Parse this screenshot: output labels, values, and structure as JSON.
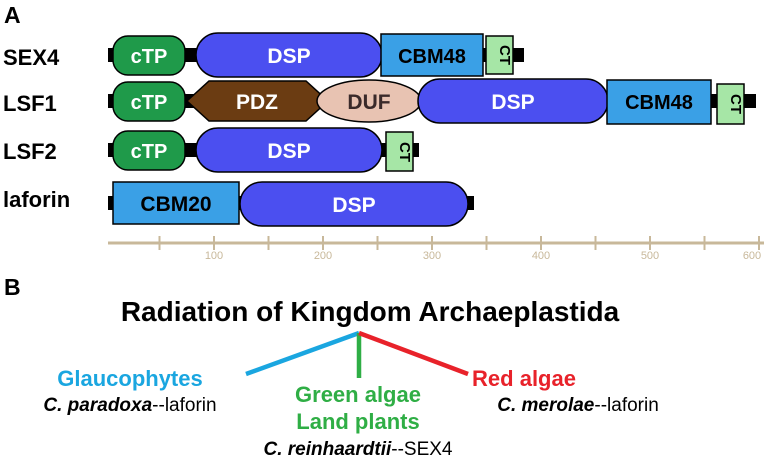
{
  "panel_a": {
    "letter": "A",
    "proteins": [
      {
        "name": "SEX4",
        "domains": [
          {
            "label": "cTP",
            "color": "#1f9a4a",
            "text_color": "#ffffff"
          },
          {
            "label": "DSP",
            "color": "#4b4ff0",
            "text_color": "#ffffff"
          },
          {
            "label": "CBM48",
            "color": "#3aa0e6",
            "text_color": "#000000"
          },
          {
            "label": "CT",
            "color": "#a6e6a6",
            "text_color": "#000000"
          }
        ]
      },
      {
        "name": "LSF1",
        "domains": [
          {
            "label": "cTP",
            "color": "#1f9a4a",
            "text_color": "#ffffff"
          },
          {
            "label": "PDZ",
            "color": "#6b3c12",
            "text_color": "#ffffff"
          },
          {
            "label": "DUF",
            "color": "#e8c3b2",
            "text_color": "#3a2a2a"
          },
          {
            "label": "DSP",
            "color": "#4b4ff0",
            "text_color": "#ffffff"
          },
          {
            "label": "CBM48",
            "color": "#3aa0e6",
            "text_color": "#000000"
          },
          {
            "label": "CT",
            "color": "#a6e6a6",
            "text_color": "#000000"
          }
        ]
      },
      {
        "name": "LSF2",
        "domains": [
          {
            "label": "cTP",
            "color": "#1f9a4a",
            "text_color": "#ffffff"
          },
          {
            "label": "DSP",
            "color": "#4b4ff0",
            "text_color": "#ffffff"
          },
          {
            "label": "CT",
            "color": "#a6e6a6",
            "text_color": "#000000"
          }
        ]
      },
      {
        "name": "laforin",
        "domains": [
          {
            "label": "CBM20",
            "color": "#3aa0e6",
            "text_color": "#000000"
          },
          {
            "label": "DSP",
            "color": "#4b4ff0",
            "text_color": "#ffffff"
          }
        ]
      }
    ],
    "scale": {
      "ticks": [
        "100",
        "200",
        "300",
        "400",
        "500",
        "600"
      ],
      "color": "#c8b89a"
    }
  },
  "panel_b": {
    "letter": "B",
    "title": "Radiation of Kingdom Archaeplastida",
    "branches": [
      {
        "heading": "Glaucophytes",
        "color": "#1aa6e0",
        "species": "C. paradoxa",
        "protein": "--laforin"
      },
      {
        "heading": "Green algae",
        "heading2": "Land plants",
        "color": "#2fae45",
        "species": "C. reinhaardtii",
        "protein": "--SEX4"
      },
      {
        "heading": "Red algae",
        "color": "#e8222a",
        "species": "C. merolae",
        "protein": "--laforin"
      }
    ]
  }
}
